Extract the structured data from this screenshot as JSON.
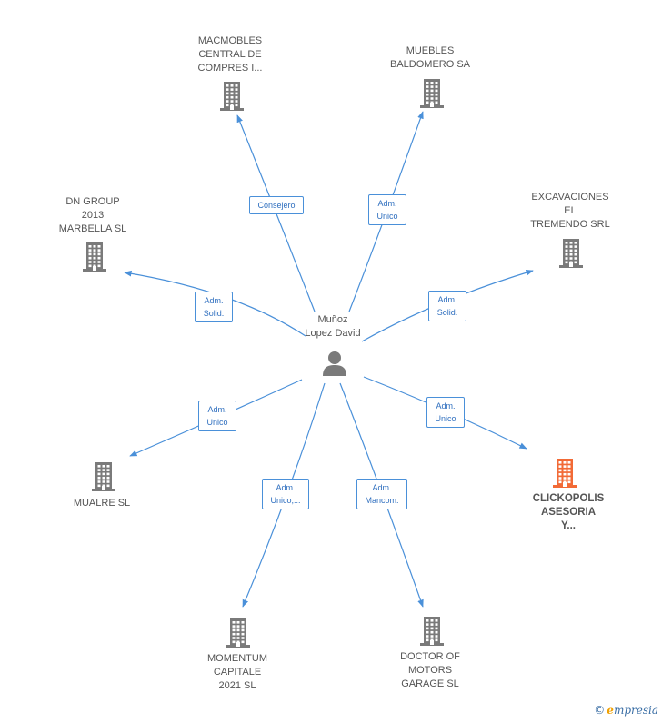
{
  "center": {
    "label": "Muñoz\nLopez David",
    "icon": "person-icon"
  },
  "colors": {
    "edge": "#4a90d9",
    "building": "#7a7a7a",
    "highlight": "#f26a36"
  },
  "companies": [
    {
      "id": "macmobles",
      "label": "MACMOBLES\nCENTRAL DE\nCOMPRES I...",
      "role": "Consejero",
      "highlight": false
    },
    {
      "id": "muebles",
      "label": "MUEBLES\nBALDOMERO SA",
      "role": "Adm.\nUnico",
      "highlight": false
    },
    {
      "id": "excavaciones",
      "label": "EXCAVACIONES\nEL\nTREMENDO SRL",
      "role": "Adm.\nSolid.",
      "highlight": false
    },
    {
      "id": "dngroup",
      "label": "DN GROUP\n2013\nMARBELLA SL",
      "role": "Adm.\nSolid.",
      "highlight": false
    },
    {
      "id": "clickopolis",
      "label": "CLICKOPOLIS\nASESORIA\nY...",
      "role": "Adm.\nUnico",
      "highlight": true
    },
    {
      "id": "mualre",
      "label": "MUALRE  SL",
      "role": "Adm.\nUnico",
      "highlight": false
    },
    {
      "id": "momentum",
      "label": "MOMENTUM\nCAPITALE\n2021  SL",
      "role": "Adm.\nUnico,...",
      "highlight": false
    },
    {
      "id": "doctor",
      "label": "DOCTOR OF\nMOTORS\nGARAGE  SL",
      "role": "Adm.\nMancom.",
      "highlight": false
    }
  ],
  "brand": {
    "copyright": "©",
    "initial": "e",
    "rest": "mpresia"
  }
}
